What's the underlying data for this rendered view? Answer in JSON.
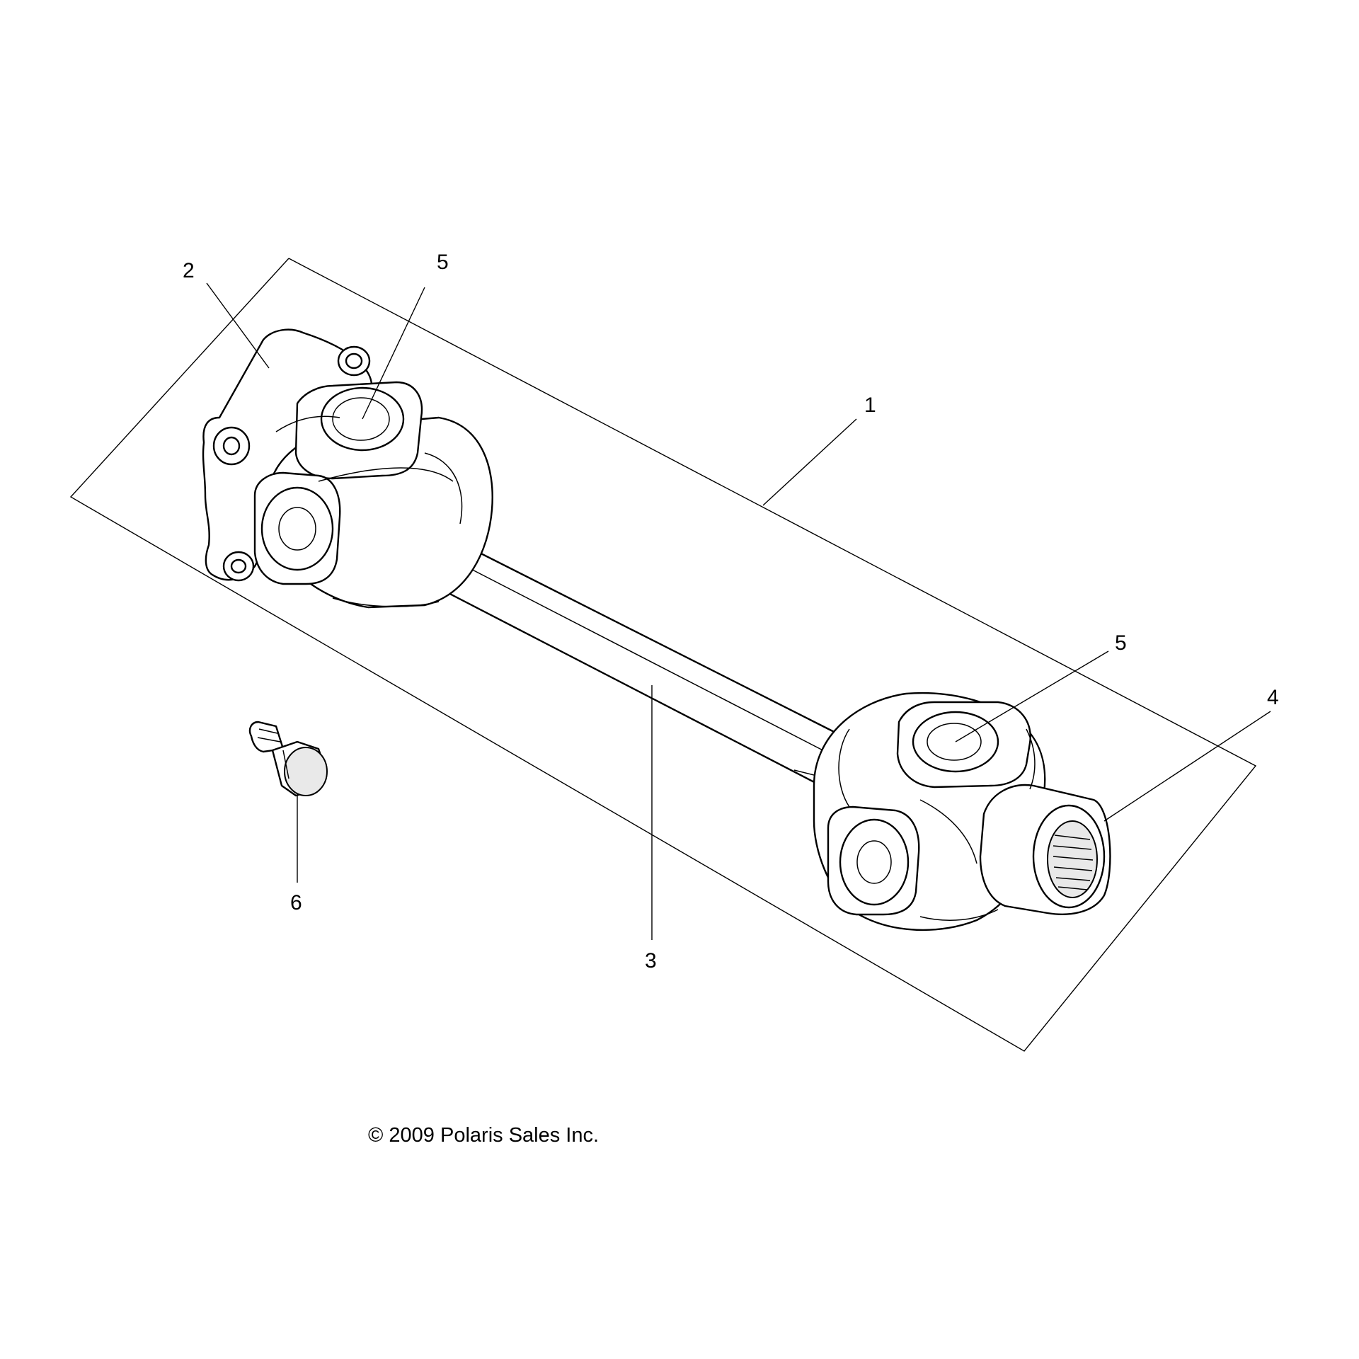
{
  "callouts": {
    "c1": "1",
    "c2": "2",
    "c3": "3",
    "c4": "4",
    "c5a": "5",
    "c5b": "5",
    "c6": "6"
  },
  "copyright": "© 2009 Polaris Sales Inc.",
  "icons": {
    "front_yoke": "flange-yoke-u-joint-icon",
    "rear_yoke": "splined-yoke-u-joint-icon",
    "bolt": "hex-bolt-icon"
  }
}
